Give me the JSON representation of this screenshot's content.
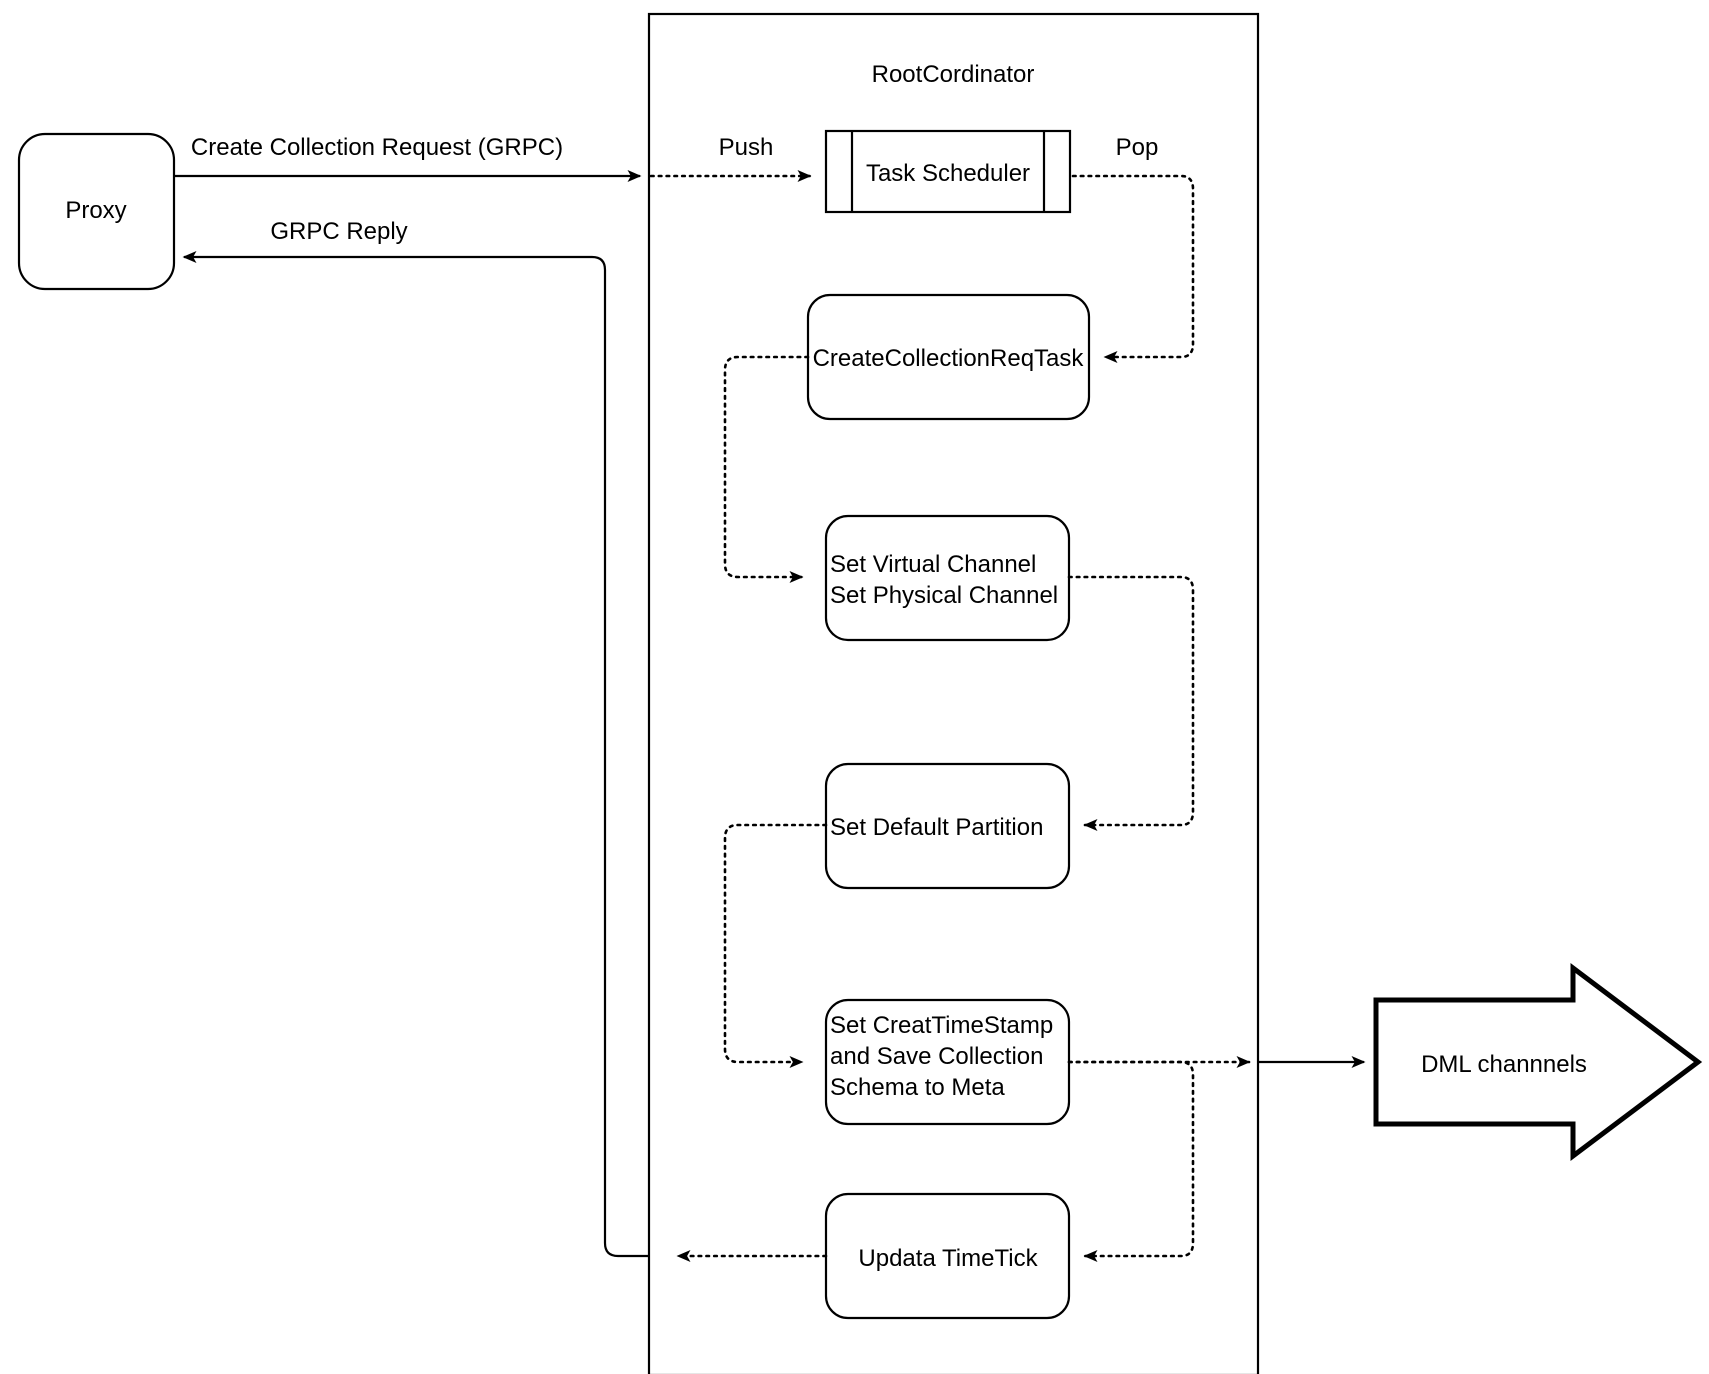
{
  "diagram": {
    "title_container": "RootCordinator",
    "nodes": {
      "proxy": "Proxy",
      "task_scheduler": "Task Scheduler",
      "create_collection_req_task": "CreateCollectionReqTask",
      "set_channel_line1": "Set Virtual Channel",
      "set_channel_line2": "Set Physical Channel",
      "set_default_partition": "Set Default Partition",
      "set_timestamp_line1": "Set CreatTimeStamp",
      "set_timestamp_line2": "and Save Collection",
      "set_timestamp_line3": "Schema to Meta",
      "update_timetick": "Updata TimeTick",
      "dml_channels": "DML channnels"
    },
    "edges": {
      "create_collection_request": "Create Collection Request (GRPC)",
      "grpc_reply": "GRPC Reply",
      "push": "Push",
      "pop": "Pop"
    },
    "colors": {
      "stroke": "#000000",
      "fill": "#ffffff",
      "background": "#ffffff"
    }
  }
}
